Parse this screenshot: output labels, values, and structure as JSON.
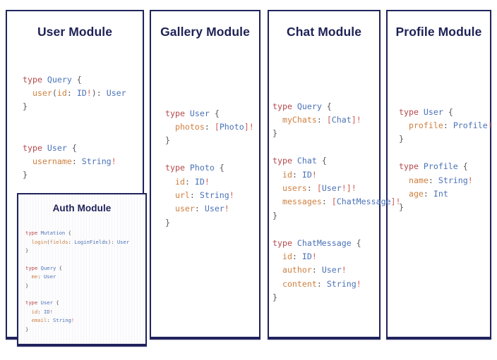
{
  "page": {
    "background_color": "#ffffff",
    "accent_color": "#20235c",
    "title_color": "#1e2156"
  },
  "syntax_colors": {
    "keyword": "#b5484c",
    "type": "#4a72b8",
    "field": "#cf8040",
    "bang": "#d05b52",
    "punctuation": "#5a5a5a"
  },
  "modules": [
    {
      "id": "user",
      "title": "User Module",
      "code": "type Query {\n  user(id: ID!): User\n}\n\n\ntype User {\n  username: String!\n}",
      "nested": {
        "id": "auth",
        "title": "Auth Module",
        "code": "type Mutation {\n  login(fields: LoginFields): User\n}\n\ntype Query {\n  me: User\n}\n\ntype User {\n  id: ID!\n  email: String!\n}"
      }
    },
    {
      "id": "gallery",
      "title": "Gallery Module",
      "code": "type User {\n  photos: [Photo]!\n}\n\ntype Photo {\n  id: ID!\n  url: String!\n  user: User!\n}"
    },
    {
      "id": "chat",
      "title": "Chat Module",
      "code": "type Query {\n  myChats: [Chat]!\n}\n\ntype Chat {\n  id: ID!\n  users: [User!]!\n  messages: [ChatMessage]!\n}\n\ntype ChatMessage {\n  id: ID!\n  author: User!\n  content: String!\n}"
    },
    {
      "id": "profile",
      "title": "Profile Module",
      "code": "type User {\n  profile: Profile!\n}\n\ntype Profile {\n  name: String!\n  age: Int\n}"
    }
  ]
}
